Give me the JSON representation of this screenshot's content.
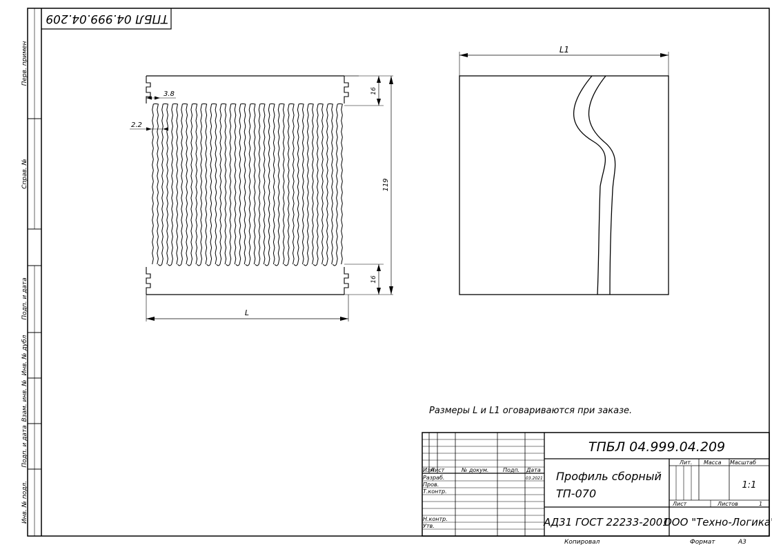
{
  "rotated_code": "ТПБЛ 04.999.04.209",
  "side_labels": {
    "perv_primen": "Перв. примен",
    "sprav_no": "Справ. №",
    "podp_data_1": "Подп. и дата",
    "inv_dubl": "Инв. № дубл",
    "vzam_inv": "Взам. инв. №",
    "podp_data_2": "Подп. и дата",
    "inv_podl": "Инв. № подл."
  },
  "dims": {
    "d38": "3.8",
    "d22": "2.2",
    "d16_top": "16",
    "d16_bottom": "16",
    "d119": "119",
    "L": "L",
    "L1": "L1"
  },
  "note": "Размеры L и L1 оговариваются при заказе.",
  "title_block": {
    "code": "ТПБЛ 04.999.04.209",
    "name_line1": "Профиль сборный",
    "name_line2": "ТП-070",
    "material": "АД31 ГОСТ 22233-2001",
    "company": "ООО \"Техно-Логика\"",
    "hdr_izm": "Изм",
    "hdr_list": "Лист",
    "hdr_ndokum": "№ докум.",
    "hdr_podp": "Подп.",
    "hdr_data": "Дата",
    "razrab": "Разраб.",
    "prov": "Пров.",
    "tkontr": "Т.контр.",
    "nkontr": "Н.контр.",
    "utv": "Утв.",
    "date": "03.2021",
    "lit": "Лит.",
    "massa": "Масса",
    "masshtab": "Масштаб",
    "scale": "1:1",
    "list": "Лист",
    "listov": "Листов",
    "listov_val": "1"
  },
  "footer": {
    "kopiroval": "Копировал",
    "format_label": "Формат",
    "format_val": "А3"
  }
}
